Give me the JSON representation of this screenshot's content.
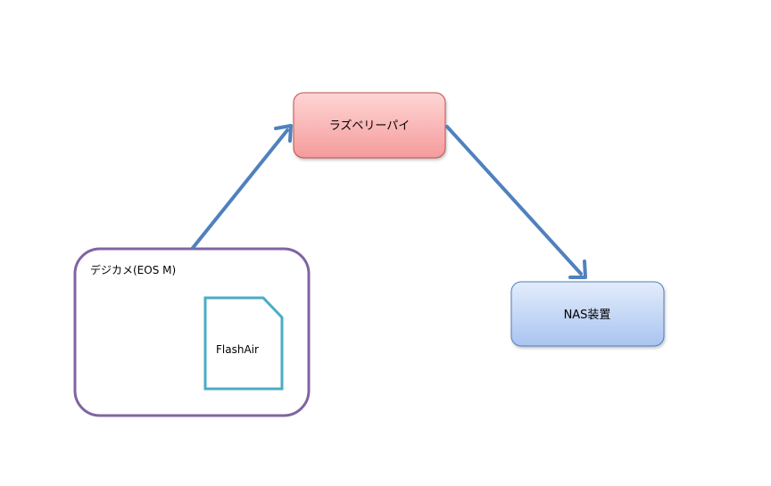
{
  "diagram": {
    "camera": {
      "label": "デジカメ(EOS M)",
      "border_color": "#8064A2"
    },
    "sd_card": {
      "label": "FlashAir",
      "border_color": "#4BACC6"
    },
    "raspberry_pi": {
      "label": "ラズベリーパイ",
      "fill_top": "#FFD5D5",
      "fill_bottom": "#F49B9B",
      "border_color": "#C0504D"
    },
    "nas": {
      "label": "NAS装置",
      "fill_top": "#E3ECFB",
      "fill_bottom": "#A9C4F0",
      "border_color": "#4F81BD"
    },
    "arrow_color": "#4F81BD",
    "edges": [
      {
        "from": "camera",
        "to": "raspberry_pi"
      },
      {
        "from": "raspberry_pi",
        "to": "nas"
      }
    ]
  }
}
